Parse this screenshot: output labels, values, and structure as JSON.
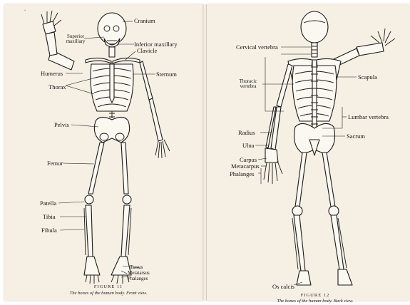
{
  "left_page": {
    "labels": {
      "cranium": "Cranium",
      "superior_maxillary": "Superior\nmaxillary",
      "inferior_maxillary": "Inferior maxillary",
      "clavicle": "Clavicle",
      "humerus": "Humerus",
      "sternum": "Sternum",
      "thorax": "Thorax",
      "pelvis": "Pelvis",
      "femur": "Femur",
      "patella": "Patella",
      "tibia": "Tibia",
      "fibula": "Fibula",
      "tarsus": "Tarsus",
      "metatarsus": "Metatarsus",
      "phalanges": "Phalanges"
    },
    "figure_number": "FIGURE 11",
    "caption": "The bones of the human body.   Front view."
  },
  "right_page": {
    "labels": {
      "cervical_vertebra": "Cervical vertebra",
      "thoracic_vertebra": "Thoracic\nvertebra",
      "scapula": "Scapula",
      "lumbar_vertebra": "Lumbar vertebra",
      "radius": "Radius",
      "sacrum": "Sacrum",
      "ulna": "Ulna",
      "carpus": "Carpus",
      "metacarpus": "Metacarpus",
      "phalanges": "Phalanges",
      "os_calcis": "Os calcis"
    },
    "figure_number": "FIGURE 12",
    "caption": "The bones of the human body.   Back view."
  },
  "page_mark": "•"
}
